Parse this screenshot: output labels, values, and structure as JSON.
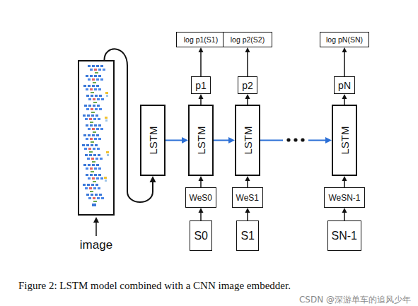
{
  "diagram": {
    "caption": "Figure 2: LSTM model combined with a CNN image embedder.",
    "nodes": [
      {
        "text": [
          "image"
        ]
      },
      {
        "text": [
          "LSTM"
        ]
      },
      {
        "text": [
          "log p1(S1)"
        ]
      },
      {
        "text": [
          "p1"
        ]
      },
      {
        "text": [
          "LSTM"
        ]
      },
      {
        "text": [
          "WeS0"
        ]
      },
      {
        "text": [
          "S0"
        ]
      },
      {
        "text": [
          "log p2(S2)"
        ]
      },
      {
        "text": [
          "p2"
        ]
      },
      {
        "text": [
          "LSTM"
        ]
      },
      {
        "text": [
          "WeS1"
        ]
      },
      {
        "text": [
          "S1"
        ]
      },
      {
        "text": [
          "log pN(SN)"
        ]
      },
      {
        "text": [
          "pN"
        ]
      },
      {
        "text": [
          "LSTM"
        ]
      },
      {
        "text": [
          "WeSN-1"
        ]
      },
      {
        "text": [
          "SN-1"
        ]
      }
    ],
    "edges": [
      {
        "from": 0,
        "to": 1,
        "arrow": "to"
      },
      {
        "from": 1,
        "to": 4,
        "arrow": "to"
      },
      {
        "from": 4,
        "to": 9,
        "arrow": "to"
      },
      {
        "from": 9,
        "to": 14,
        "arrow": "to"
      },
      {
        "from": 6,
        "to": 5,
        "arrow": "to"
      },
      {
        "from": 5,
        "to": 4,
        "arrow": "to"
      },
      {
        "from": 4,
        "to": 3,
        "arrow": "to"
      },
      {
        "from": 3,
        "to": 2,
        "arrow": "to"
      },
      {
        "from": 11,
        "to": 10,
        "arrow": "to"
      },
      {
        "from": 10,
        "to": 9,
        "arrow": "to"
      },
      {
        "from": 9,
        "to": 8,
        "arrow": "to"
      },
      {
        "from": 8,
        "to": 7,
        "arrow": "to"
      },
      {
        "from": 16,
        "to": 15,
        "arrow": "to"
      },
      {
        "from": 15,
        "to": 14,
        "arrow": "to"
      },
      {
        "from": 14,
        "to": 13,
        "arrow": "to"
      },
      {
        "from": 13,
        "to": 12,
        "arrow": "to"
      }
    ],
    "labels": [
      "CSDN @深游单车的追风少年"
    ]
  }
}
